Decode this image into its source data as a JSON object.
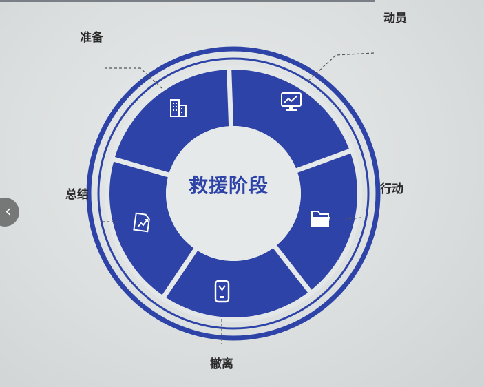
{
  "diagram": {
    "center_title": "救援阶段",
    "stages": [
      {
        "label": "准备",
        "icon": "building-icon"
      },
      {
        "label": "动员",
        "icon": "monitor-chart-icon"
      },
      {
        "label": "行动",
        "icon": "folder-icon"
      },
      {
        "label": "撤离",
        "icon": "phone-icon"
      },
      {
        "label": "总结",
        "icon": "trend-document-icon"
      }
    ],
    "colors": {
      "ring": "#2d43a8",
      "segment": "#2d43a8",
      "gap": "#e6e9e9",
      "icon": "#ffffff",
      "label": "#2a2a2a"
    }
  },
  "navigation": {
    "back_icon": "chevron-left-icon",
    "back_glyph": "‹"
  }
}
